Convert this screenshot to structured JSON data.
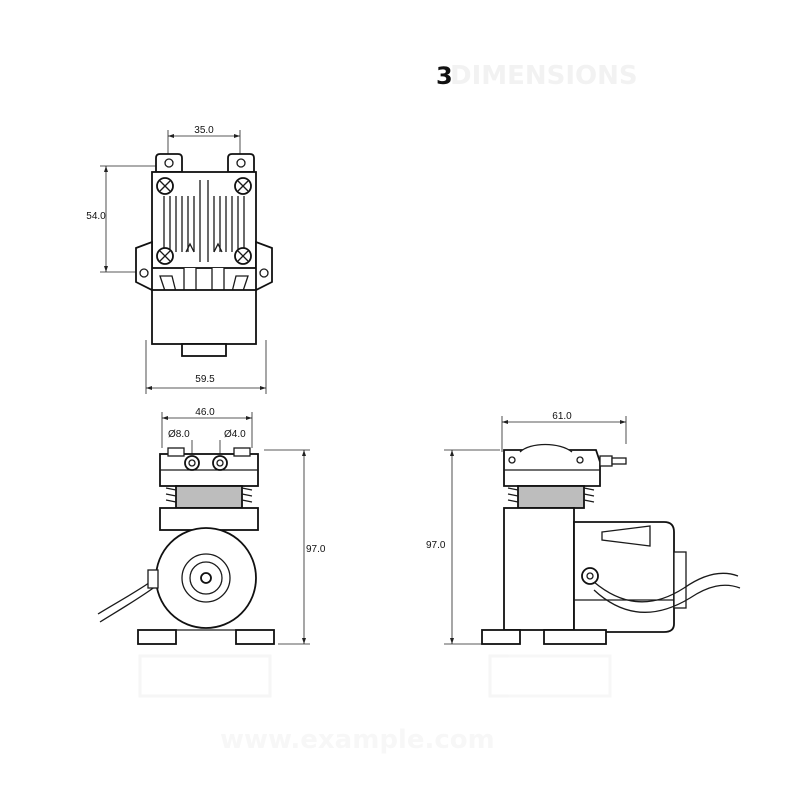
{
  "title": {
    "marker": "3",
    "faded_text": "DIMENSIONS"
  },
  "top_view": {
    "width_top": "35.0",
    "height_left": "54.0",
    "width_bottom": "59.5"
  },
  "front_view": {
    "width_top": "46.0",
    "port_left": "Ø8.0",
    "port_right": "Ø4.0",
    "height_right": "97.0"
  },
  "side_view": {
    "width_top": "61.0",
    "height_left": "97.0"
  },
  "watermark": {
    "text": "www.example.com"
  },
  "colors": {
    "line": "#1a1a1a",
    "background": "#ffffff"
  }
}
